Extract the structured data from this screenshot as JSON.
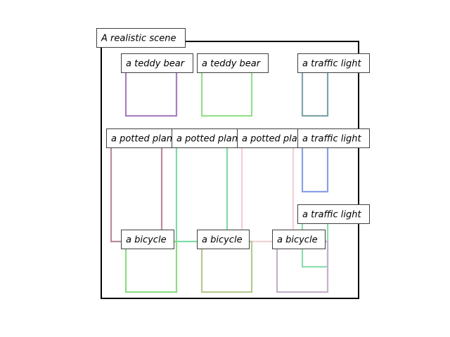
{
  "scene": {
    "title": "A realistic scene"
  },
  "objects": [
    {
      "label": "a teddy bear",
      "color": "#a87ec0"
    },
    {
      "label": "a teddy bear",
      "color": "#93e08c"
    },
    {
      "label": "a traffic light",
      "color": "#7ea4a6"
    },
    {
      "label": "a potted plant",
      "color": "#b98a9b"
    },
    {
      "label": "a potted plant",
      "color": "#7fdca7"
    },
    {
      "label": "a potted plant",
      "color": "#f3d0d6"
    },
    {
      "label": "a traffic light",
      "color": "#8b9ee6"
    },
    {
      "label": "a traffic light",
      "color": "#8ddcb0"
    },
    {
      "label": "a bicycle",
      "color": "#8cdc84"
    },
    {
      "label": "a bicycle",
      "color": "#b5c98d"
    },
    {
      "label": "a bicycle",
      "color": "#c4b1c8"
    }
  ]
}
